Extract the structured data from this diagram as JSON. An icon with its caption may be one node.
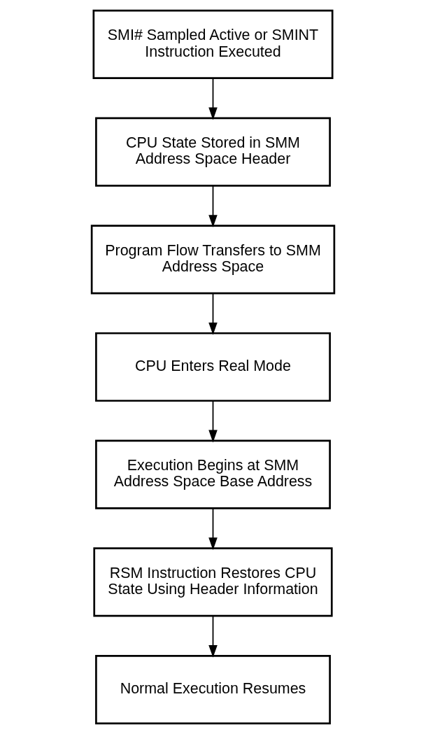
{
  "diagram": {
    "nodes": [
      {
        "text": [
          "SMI# Sampled Active or SMINT Instruction Executed"
        ]
      },
      {
        "text": [
          "CPU State Stored in SMM Address Space Header"
        ]
      },
      {
        "text": [
          "Program Flow Transfers to SMM Address Space"
        ]
      },
      {
        "text": [
          "CPU Enters Real Mode"
        ]
      },
      {
        "text": [
          "Execution Begins at SMM Address Space Base Address"
        ]
      },
      {
        "text": [
          "RSM Instruction Restores CPU State Using Header Information"
        ]
      },
      {
        "text": [
          "Normal Execution Resumes"
        ]
      }
    ],
    "edges": [
      {
        "from": 0,
        "to": 1,
        "arrow": "to"
      },
      {
        "from": 1,
        "to": 2,
        "arrow": "to"
      },
      {
        "from": 2,
        "to": 3,
        "arrow": "to"
      },
      {
        "from": 3,
        "to": 4,
        "arrow": "to"
      },
      {
        "from": 4,
        "to": 5,
        "arrow": "to"
      },
      {
        "from": 5,
        "to": 6,
        "arrow": "to"
      }
    ]
  }
}
